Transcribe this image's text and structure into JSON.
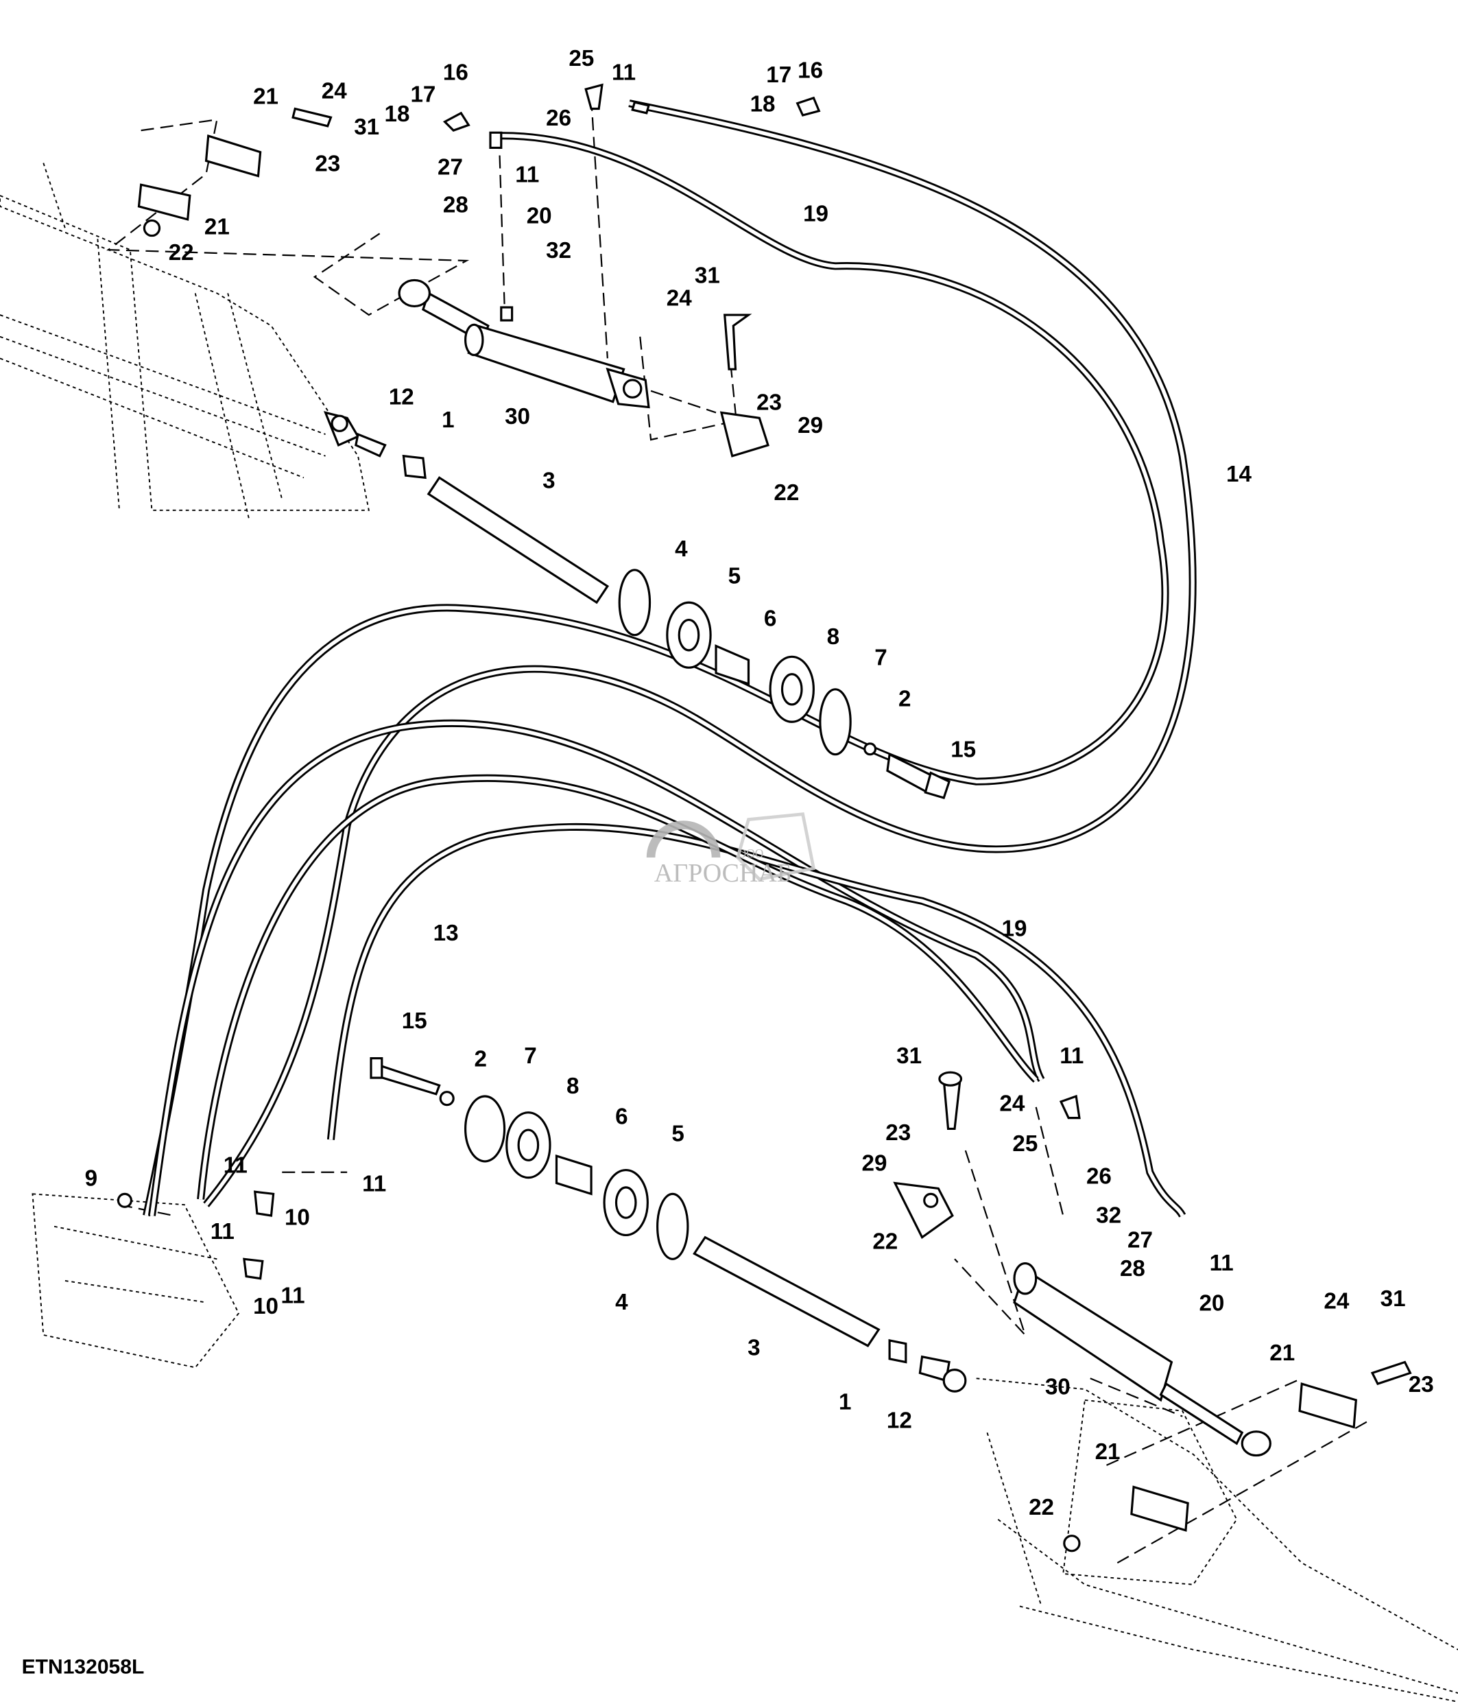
{
  "diagram": {
    "reference_code": "ETN132058L",
    "watermark": {
      "prefix": "ООО",
      "name": "АГРОСНАБ",
      "color": "#b5b5b5"
    },
    "callouts": [
      "21",
      "24",
      "31",
      "23",
      "21",
      "22",
      "16",
      "17",
      "18",
      "25",
      "11",
      "26",
      "27",
      "11",
      "28",
      "20",
      "32",
      "17",
      "16",
      "18",
      "19",
      "31",
      "24",
      "23",
      "29",
      "22",
      "12",
      "1",
      "30",
      "3",
      "14",
      "4",
      "5",
      "6",
      "8",
      "7",
      "2",
      "15",
      "19",
      "13",
      "15",
      "2",
      "7",
      "8",
      "6",
      "5",
      "4",
      "3",
      "1",
      "12",
      "30",
      "31",
      "11",
      "24",
      "23",
      "25",
      "26",
      "29",
      "32",
      "22",
      "27",
      "11",
      "28",
      "20",
      "24",
      "31",
      "21",
      "23",
      "21",
      "22",
      "9",
      "11",
      "10",
      "11",
      "11",
      "10",
      "11"
    ]
  }
}
